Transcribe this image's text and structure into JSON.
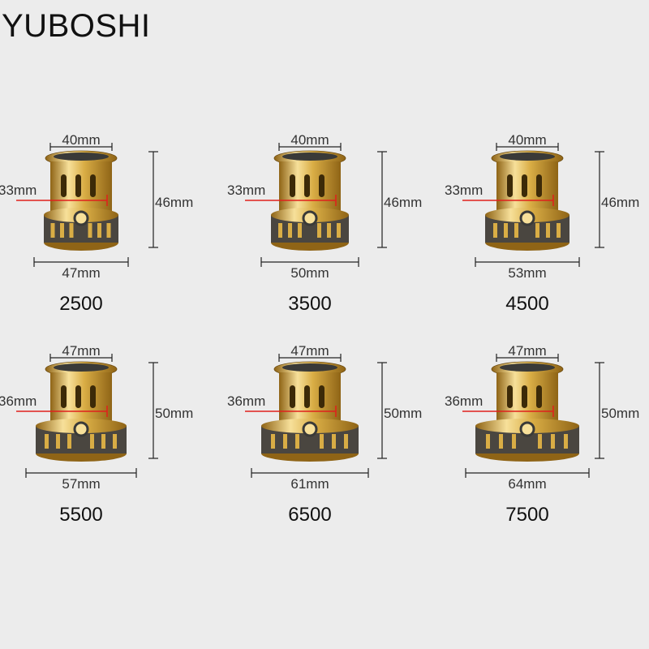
{
  "brand": "YUBOSHI",
  "colors": {
    "background": "#ececec",
    "gold_light": "#f7e09a",
    "gold": "#d9ad45",
    "gold_dark": "#8f6416",
    "gunmetal": "#4a4640",
    "measure_line": "#e0201c",
    "dimension_line": "#222222"
  },
  "spools": [
    {
      "model": "2500",
      "top_width": "40mm",
      "line_diameter": "33mm",
      "height": "46mm",
      "base_width": "47mm"
    },
    {
      "model": "3500",
      "top_width": "40mm",
      "line_diameter": "33mm",
      "height": "46mm",
      "base_width": "50mm"
    },
    {
      "model": "4500",
      "top_width": "40mm",
      "line_diameter": "33mm",
      "height": "46mm",
      "base_width": "53mm"
    },
    {
      "model": "5500",
      "top_width": "47mm",
      "line_diameter": "36mm",
      "height": "50mm",
      "base_width": "57mm"
    },
    {
      "model": "6500",
      "top_width": "47mm",
      "line_diameter": "36mm",
      "height": "50mm",
      "base_width": "61mm"
    },
    {
      "model": "7500",
      "top_width": "47mm",
      "line_diameter": "36mm",
      "height": "50mm",
      "base_width": "64mm"
    }
  ]
}
